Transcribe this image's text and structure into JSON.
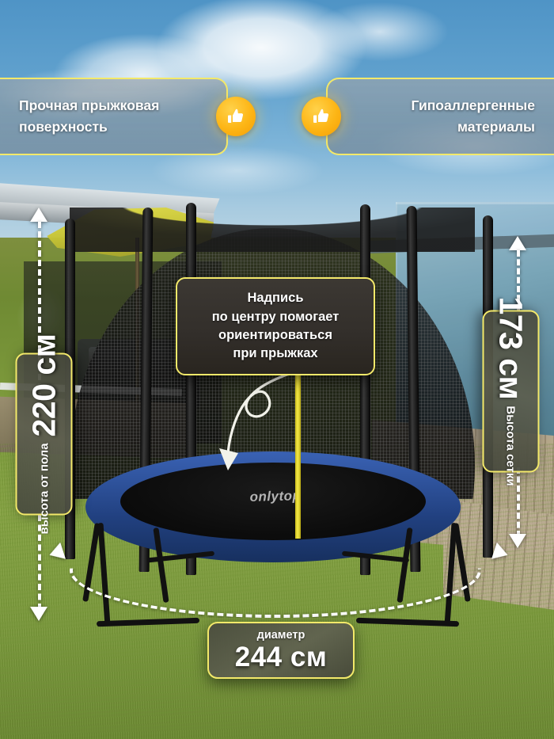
{
  "banners": [
    {
      "id": "durable-surface",
      "text_line1": "Прочная прыжковая",
      "text_line2": "поверхность",
      "icon": "thumbs-up-icon"
    },
    {
      "id": "hypoallergenic",
      "text_line1": "Гипоаллергенные",
      "text_line2": "материалы",
      "icon": "thumbs-up-icon"
    }
  ],
  "center_sign": {
    "line1": "Надпись",
    "line2": "по центру помогает",
    "line3": "ориентироваться",
    "line4": "при прыжках"
  },
  "dimensions": {
    "left": {
      "caption": "высота от пола",
      "value": "220 см"
    },
    "right": {
      "caption": "Высота сетки",
      "value": "173 см"
    },
    "bottom": {
      "caption": "диаметр",
      "value": "244 см"
    }
  },
  "product": {
    "brand_logo_text": "onlytop"
  },
  "colors": {
    "accent_yellow": "#f3e96a",
    "badge_orange": "#fdb515",
    "sign_dark": "#332f2b",
    "pad_blue": "#21407f",
    "label_olive": "#5c5e4e"
  }
}
